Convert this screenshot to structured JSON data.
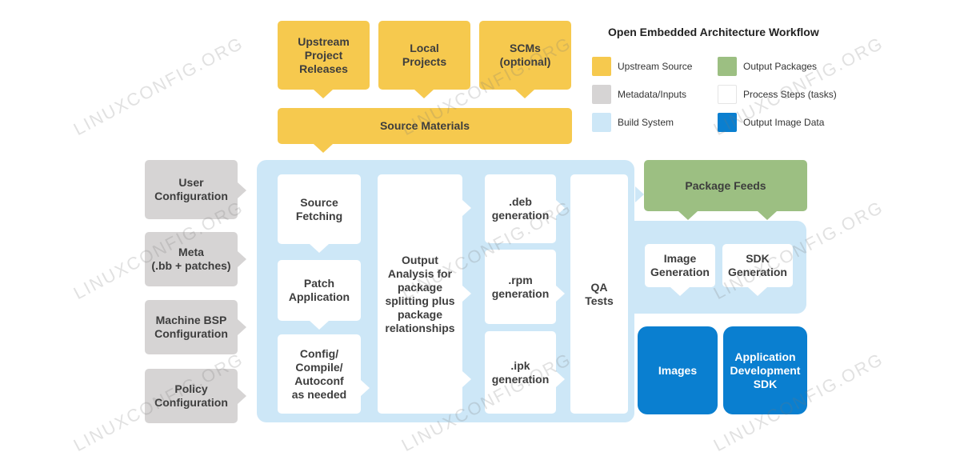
{
  "legend": {
    "title": "Open Embedded Architecture Workflow",
    "items": [
      {
        "label": "Upstream Source",
        "color": "#f6c94e"
      },
      {
        "label": "Output Packages",
        "color": "#9cbf82"
      },
      {
        "label": "Metadata/Inputs",
        "color": "#d6d4d4"
      },
      {
        "label": "Process Steps (tasks)",
        "color": "#ffffff"
      },
      {
        "label": "Build System",
        "color": "#cde7f7"
      },
      {
        "label": "Output Image Data",
        "color": "#0a7fd0"
      }
    ]
  },
  "upstream": {
    "project_releases": "Upstream\nProject\nReleases",
    "local_projects": "Local\nProjects",
    "scms": "SCMs\n(optional)",
    "source_materials": "Source Materials"
  },
  "inputs": {
    "user_config": "User\nConfiguration",
    "meta": "Meta\n(.bb + patches)",
    "machine_bsp": "Machine BSP\nConfiguration",
    "policy_config": "Policy\nConfiguration"
  },
  "tasks": {
    "source_fetching": "Source\nFetching",
    "patch_application": "Patch\nApplication",
    "config_compile": "Config/\nCompile/\nAutoconf\nas needed",
    "output_analysis": "Output\nAnalysis for\npackage\nsplitting plus\npackage\nrelationships",
    "deb_generation": ".deb\ngeneration",
    "rpm_generation": ".rpm\ngeneration",
    "ipk_generation": ".ipk\ngeneration",
    "qa_tests": "QA\nTests",
    "image_generation": "Image\nGeneration",
    "sdk_generation": "SDK\nGeneration"
  },
  "outputs": {
    "package_feeds": "Package Feeds",
    "images": "Images",
    "app_dev_sdk": "Application\nDevelopment\nSDK"
  },
  "watermark": "LINUXCONFIG.ORG"
}
